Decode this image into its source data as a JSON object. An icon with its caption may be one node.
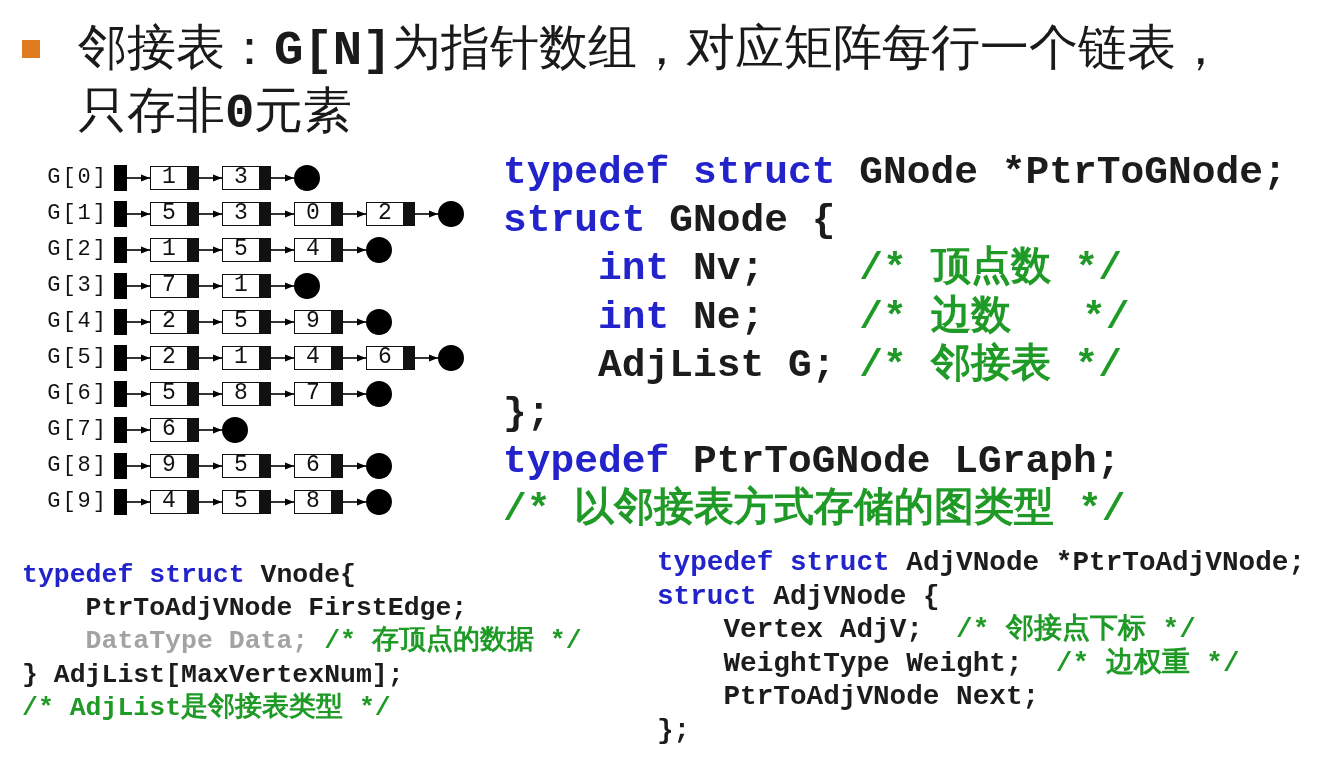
{
  "diagram": {
    "title": "邻接表：**G[N]**为指针数组，对应矩阵每行一个链表，只存非**0**元素",
    "nodes": [
      {
        "text": [],
        "shape": "box",
        "beside": [
          "G[0]"
        ]
      },
      {
        "text": [
          "1"
        ]
      },
      {
        "text": [
          "3"
        ]
      },
      {
        "text": [],
        "shape": "circle"
      },
      {
        "text": [],
        "shape": "box",
        "beside": [
          "G[1]"
        ]
      },
      {
        "text": [
          "5"
        ]
      },
      {
        "text": [
          "3"
        ]
      },
      {
        "text": [
          "0"
        ]
      },
      {
        "text": [
          "2"
        ]
      },
      {
        "text": [],
        "shape": "circle"
      },
      {
        "text": [],
        "shape": "box",
        "beside": [
          "G[2]"
        ]
      },
      {
        "text": [
          "1"
        ]
      },
      {
        "text": [
          "5"
        ]
      },
      {
        "text": [
          "4"
        ]
      },
      {
        "text": [],
        "shape": "circle"
      },
      {
        "text": [],
        "shape": "box",
        "beside": [
          "G[3]"
        ]
      },
      {
        "text": [
          "7"
        ]
      },
      {
        "text": [
          "1"
        ]
      },
      {
        "text": [],
        "shape": "circle"
      },
      {
        "text": [],
        "shape": "box",
        "beside": [
          "G[4]"
        ]
      },
      {
        "text": [
          "2"
        ]
      },
      {
        "text": [
          "5"
        ]
      },
      {
        "text": [
          "9"
        ]
      },
      {
        "text": [],
        "shape": "circle"
      },
      {
        "text": [],
        "shape": "box",
        "beside": [
          "G[5]"
        ]
      },
      {
        "text": [
          "2"
        ]
      },
      {
        "text": [
          "1"
        ]
      },
      {
        "text": [
          "4"
        ]
      },
      {
        "text": [
          "6"
        ]
      },
      {
        "text": [],
        "shape": "circle"
      },
      {
        "text": [],
        "shape": "box",
        "beside": [
          "G[6]"
        ]
      },
      {
        "text": [
          "5"
        ]
      },
      {
        "text": [
          "8"
        ]
      },
      {
        "text": [
          "7"
        ]
      },
      {
        "text": [],
        "shape": "circle"
      },
      {
        "text": [],
        "shape": "box",
        "beside": [
          "G[7]"
        ]
      },
      {
        "text": [
          "6"
        ]
      },
      {
        "text": [],
        "shape": "circle"
      },
      {
        "text": [],
        "shape": "box",
        "beside": [
          "G[8]"
        ]
      },
      {
        "text": [
          "9"
        ]
      },
      {
        "text": [
          "5"
        ]
      },
      {
        "text": [
          "6"
        ]
      },
      {
        "text": [],
        "shape": "circle"
      },
      {
        "text": [],
        "shape": "box",
        "beside": [
          "G[9]"
        ]
      },
      {
        "text": [
          "4"
        ]
      },
      {
        "text": [
          "5"
        ]
      },
      {
        "text": [
          "8"
        ]
      },
      {
        "text": [],
        "shape": "circle"
      }
    ],
    "edges": [
      {
        "from": 0,
        "to": 1,
        "arrow": "to"
      },
      {
        "from": 1,
        "to": 2,
        "arrow": "to"
      },
      {
        "from": 2,
        "to": 3,
        "arrow": "to"
      },
      {
        "from": 4,
        "to": 5,
        "arrow": "to"
      },
      {
        "from": 5,
        "to": 6,
        "arrow": "to"
      },
      {
        "from": 6,
        "to": 7,
        "arrow": "to"
      },
      {
        "from": 7,
        "to": 8,
        "arrow": "to"
      },
      {
        "from": 8,
        "to": 9,
        "arrow": "to"
      },
      {
        "from": 10,
        "to": 11,
        "arrow": "to"
      },
      {
        "from": 11,
        "to": 12,
        "arrow": "to"
      },
      {
        "from": 12,
        "to": 13,
        "arrow": "to"
      },
      {
        "from": 13,
        "to": 14,
        "arrow": "to"
      },
      {
        "from": 15,
        "to": 16,
        "arrow": "to"
      },
      {
        "from": 16,
        "to": 17,
        "arrow": "to"
      },
      {
        "from": 17,
        "to": 18,
        "arrow": "to"
      },
      {
        "from": 19,
        "to": 20,
        "arrow": "to"
      },
      {
        "from": 20,
        "to": 21,
        "arrow": "to"
      },
      {
        "from": 21,
        "to": 22,
        "arrow": "to"
      },
      {
        "from": 22,
        "to": 23,
        "arrow": "to"
      },
      {
        "from": 24,
        "to": 25,
        "arrow": "to"
      },
      {
        "from": 25,
        "to": 26,
        "arrow": "to"
      },
      {
        "from": 26,
        "to": 27,
        "arrow": "to"
      },
      {
        "from": 27,
        "to": 28,
        "arrow": "to"
      },
      {
        "from": 28,
        "to": 29,
        "arrow": "to"
      },
      {
        "from": 30,
        "to": 31,
        "arrow": "to"
      },
      {
        "from": 31,
        "to": 32,
        "arrow": "to"
      },
      {
        "from": 32,
        "to": 33,
        "arrow": "to"
      },
      {
        "from": 33,
        "to": 34,
        "arrow": "to"
      },
      {
        "from": 35,
        "to": 36,
        "arrow": "to"
      },
      {
        "from": 36,
        "to": 37,
        "arrow": "to"
      },
      {
        "from": 38,
        "to": 39,
        "arrow": "to"
      },
      {
        "from": 39,
        "to": 40,
        "arrow": "to"
      },
      {
        "from": 40,
        "to": 41,
        "arrow": "to"
      },
      {
        "from": 41,
        "to": 42,
        "arrow": "to"
      },
      {
        "from": 43,
        "to": 44,
        "arrow": "to"
      },
      {
        "from": 44,
        "to": 45,
        "arrow": "to"
      },
      {
        "from": 45,
        "to": 46,
        "arrow": "to"
      },
      {
        "from": 46,
        "to": 47,
        "arrow": "to"
      }
    ],
    "labels": [
      "typedef struct GNode *PtrToGNode;",
      "struct GNode {",
      "int Nv;    /* 顶点数 */",
      "int Ne;    /* 边数   */",
      "AdjList G; /* 邻接表 */",
      "};",
      "typedef PtrToGNode LGraph;",
      "/* 以邻接表方式存储的图类型 */",
      "typedef struct Vnode{",
      "PtrToAdjVNode FirstEdge;",
      "DataType Data; /* 存顶点的数据 */",
      "} AdjList[MaxVertexNum];",
      "/* AdjList是邻接表类型 */",
      "typedef struct AdjVNode *PtrToAdjVNode;",
      "struct AdjVNode {",
      "Vertex AdjV;  /* 邻接点下标 */",
      "WeightType Weight;  /* 边权重 */",
      "PtrToAdjVNode Next;",
      "};"
    ]
  }
}
